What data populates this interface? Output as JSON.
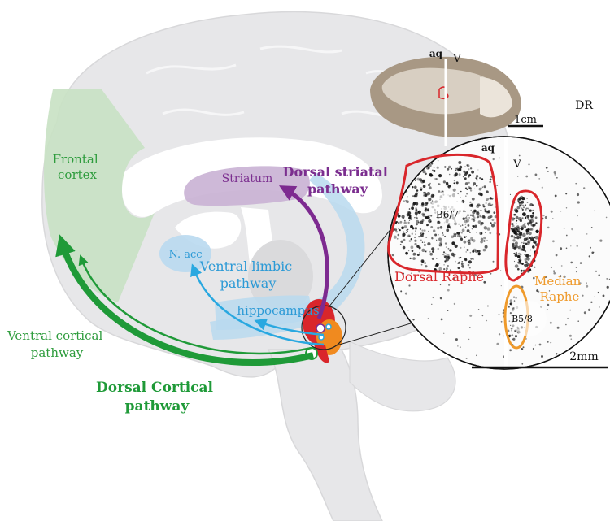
{
  "labels": {
    "frontal_cortex": [
      "Frontal",
      "cortex"
    ],
    "striatum": "Striatum",
    "dorsal_striatal": [
      "Dorsal striatal",
      "pathway"
    ],
    "n_acc": "N. acc",
    "ventral_limbic": [
      "Ventral limbic",
      "pathway"
    ],
    "hippocampus": "hippocampus",
    "ventral_cortical": [
      "Ventral cortical",
      "pathway"
    ],
    "dorsal_cortical": [
      "Dorsal Cortical",
      "pathway"
    ],
    "aq_top": "aq",
    "v_top": "V",
    "dr_top": "DR",
    "scale_1cm": "1cm",
    "aq_inset": "aq",
    "v_inset": "V",
    "b67": "B6/7",
    "dorsal_raphe": "Dorsal Raphe",
    "median_raphe": [
      "Median",
      "Raphe"
    ],
    "b58": "B5/8",
    "scale_2mm": "2mm"
  },
  "colors": {
    "brain": "#e7e7e9",
    "brain_inner": "#f3f3f4",
    "frontal": "#c9e2c4",
    "frontal_text": "#2e9c3d",
    "striatal_fill": "#c9b1d4",
    "striatal_text": "#7b2e8f",
    "striatal_arrow": "#7d2a90",
    "limbic_fill": "#b9d9ef",
    "limbic_text": "#2c9ad6",
    "limbic_arrow": "#29a8e0",
    "cortical_arrow": "#1f9a38",
    "dorsal_raphe": "#d9262b",
    "median_raphe": "#ef9a2b",
    "nucleus_orange": "#f08a1f"
  }
}
